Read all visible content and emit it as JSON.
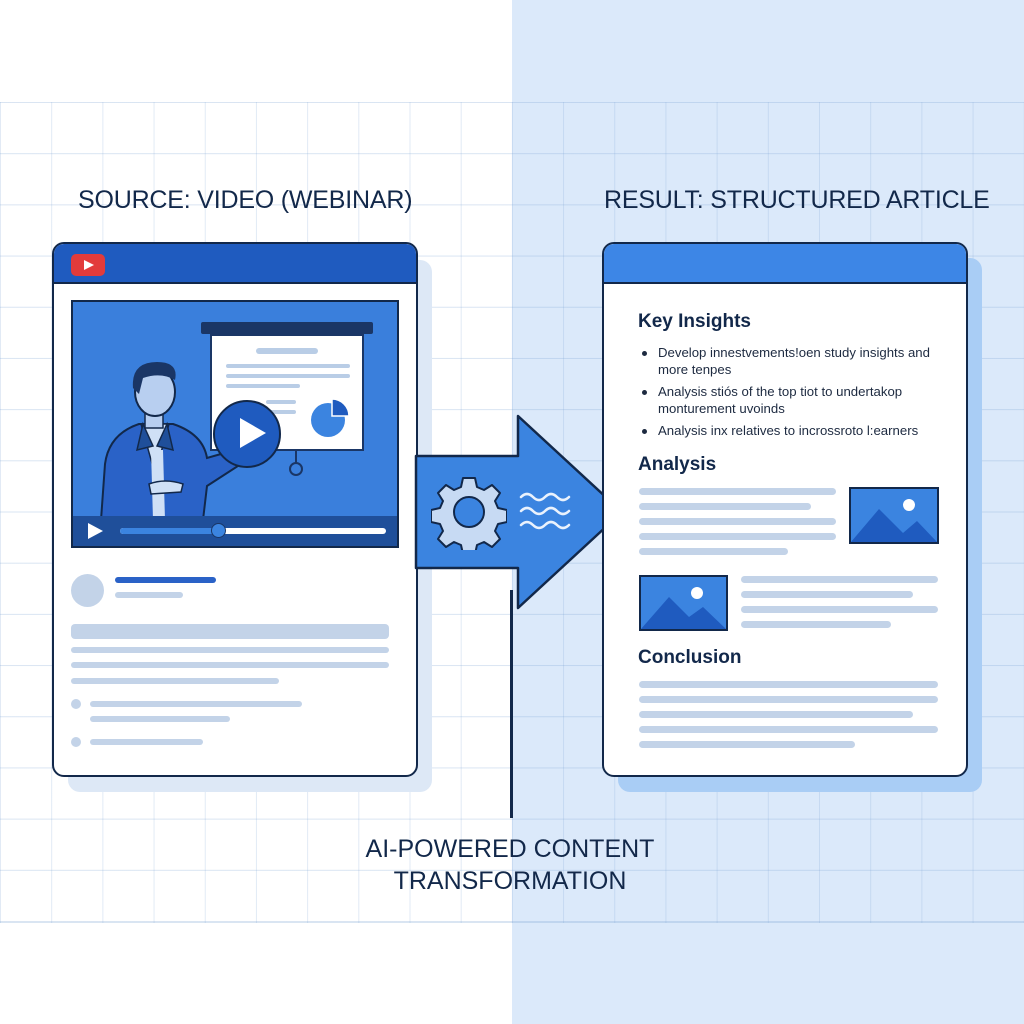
{
  "headings": {
    "source": "SOURCE: VIDEO (WEBINAR)",
    "result": "RESULT: STRUCTURED ARTICLE"
  },
  "caption": {
    "line1": "AI-POWERED CONTENT",
    "line2": "TRANSFORMATION"
  },
  "source_panel": {
    "icon": "video-platform-play-icon",
    "video": {
      "scene": "presenter-with-slide",
      "center_icon": "play-button-icon",
      "controls": {
        "play_icon": "play-icon",
        "progress_percent": 46
      }
    }
  },
  "article_panel": {
    "sections": [
      {
        "title": "Key Insights",
        "bullets": [
          "Develop innestvements!oen study insights and more tenpes",
          "Analysis stiós of the top tiot to undertakop monturement uvoinds",
          "Analysis inx relatives to incrossroto l:earners"
        ]
      },
      {
        "title": "Analysis"
      },
      {
        "title": "Conclusion"
      }
    ]
  },
  "transform_arrow": {
    "icons": [
      "gear-icon",
      "waves-icon"
    ]
  },
  "colors": {
    "navy": "#12284a",
    "primary_dark": "#1f5bbf",
    "primary": "#3b84e0",
    "placeholder": "#c3d3e8",
    "right_bg": "#dbe9fa",
    "youtube_red": "#e23b3b"
  }
}
